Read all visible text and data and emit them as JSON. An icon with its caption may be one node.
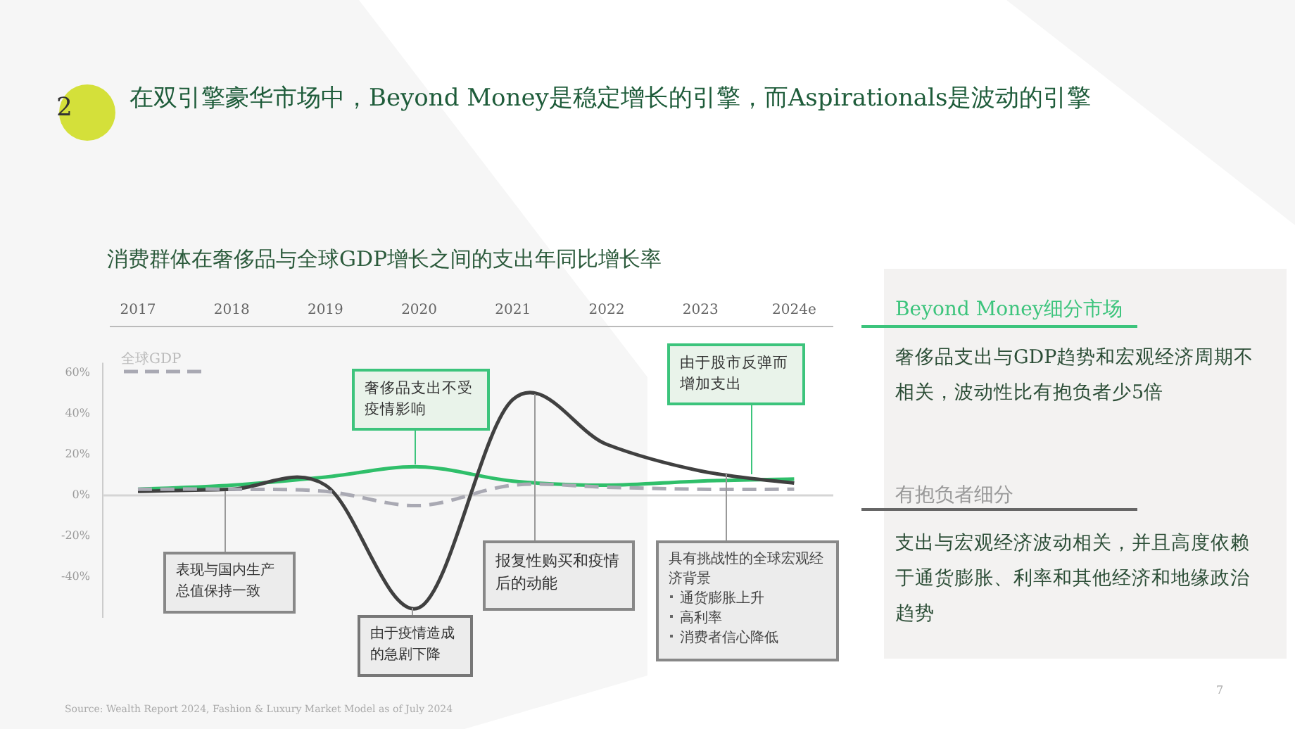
{
  "diagram": {
    "title": "在双引擎豪华市场中，Beyond Money是稳定增长的引擎，而Aspirationals是波动的引擎",
    "nodes": [
      {
        "text": [
          "2"
        ]
      },
      {
        "text": [
          "奢侈品支出不受疫情影响"
        ]
      },
      {
        "text": [
          "由于股市反弹而增加支出"
        ]
      },
      {
        "text": [
          "表现与国内生产总值保持一致"
        ]
      },
      {
        "text": [
          "由于疫情造成的急剧下降"
        ]
      },
      {
        "text": [
          "报复性购买和疫情后的动能"
        ]
      },
      {
        "text": [
          "具有挑战性的全球宏观经济背景",
          "通货膨胀上升",
          "高利率",
          "消费者信心降低"
        ]
      },
      {
        "text": [
          "Beyond Money细分市场",
          "奢侈品支出与GDP趋势和宏观经济周期不相关，波动性比有抱负者少5倍"
        ]
      },
      {
        "text": [
          "有抱负者细分",
          "支出与宏观经济波动相关，并且高度依赖于通货膨胀、利率和其他经济和地缘政治趋势"
        ]
      }
    ],
    "edges": [
      {
        "from": 1,
        "to": null,
        "arrow": "none",
        "color": "#3cc47c"
      },
      {
        "from": 2,
        "to": null,
        "arrow": "none",
        "color": "#3cc47c"
      },
      {
        "from": 3,
        "to": null,
        "arrow": "none"
      },
      {
        "from": 4,
        "to": null,
        "arrow": "none"
      },
      {
        "from": 5,
        "to": null,
        "arrow": "none"
      },
      {
        "from": 6,
        "to": null,
        "arrow": "none"
      }
    ],
    "labels": [
      "Source: Wealth Report 2024, Fashion & Luxury Market Model as of July 2024",
      "7"
    ],
    "chart_data": {
      "type": "line",
      "title": "消费群体在奢侈品与全球GDP增长之间的支出年同比增长率",
      "categories": [
        "2017",
        "2018",
        "2019",
        "2020",
        "2021",
        "2022",
        "2023",
        "2024e"
      ],
      "series": [
        {
          "color": "#2fbf6a",
          "values": [
            3,
            5,
            9,
            14,
            7,
            5,
            7,
            8
          ]
        },
        {
          "color": "#404040",
          "values": [
            2,
            3,
            5,
            -55,
            47,
            25,
            12,
            6
          ]
        },
        {
          "name": "全球GDP",
          "color": "#a9a9b3",
          "line_style": "dashed",
          "values": [
            3,
            3,
            2,
            -5,
            5,
            4,
            3,
            3
          ]
        }
      ],
      "ylim": [
        -60,
        65
      ],
      "yticks": [
        {
          "value": 60,
          "label": "60%"
        },
        {
          "value": 40,
          "label": "40%"
        },
        {
          "value": 20,
          "label": "20%"
        },
        {
          "value": 0,
          "label": "0%"
        },
        {
          "value": -20,
          "label": "-20%"
        },
        {
          "value": -40,
          "label": "-40%"
        }
      ]
    }
  }
}
